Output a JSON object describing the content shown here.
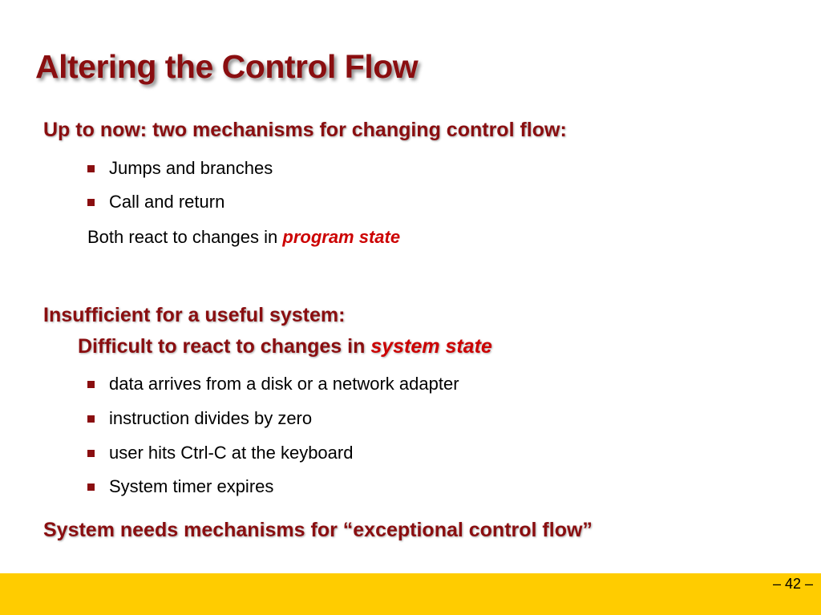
{
  "slide": {
    "title": "Altering the Control Flow",
    "section1": {
      "heading": "Up to now: two mechanisms for changing control flow:",
      "bullets": [
        "Jumps and branches",
        "Call and return"
      ],
      "note_prefix": "Both react to changes in ",
      "note_emphasis": "program state"
    },
    "section2": {
      "heading": "Insufficient  for a useful system:",
      "subheading_prefix": "Difficult to react to changes in ",
      "subheading_emphasis": "system state",
      "bullets": [
        "data arrives from a disk or a network adapter",
        "instruction divides by zero",
        "user hits Ctrl-C at the keyboard",
        "System timer expires"
      ]
    },
    "section3": {
      "heading": "System needs mechanisms for “exceptional control flow”"
    },
    "footer": {
      "page_number": "– 42 –"
    }
  },
  "colors": {
    "heading": "#8a0e10",
    "emphasis": "#cc0000",
    "footer_bar": "#ffcc00",
    "bullet_marker": "#8a0e10"
  }
}
